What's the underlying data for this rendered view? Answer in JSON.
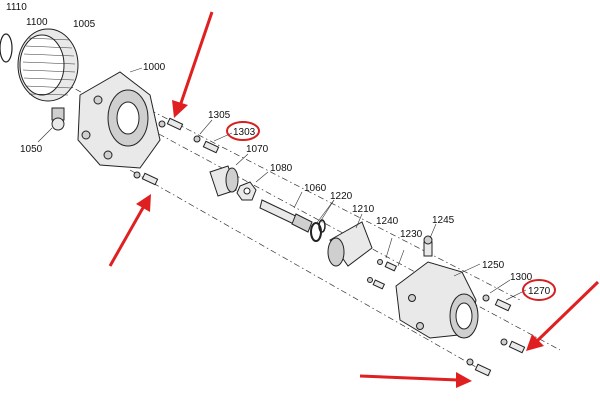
{
  "labels": {
    "p1110": "1110",
    "p1100": "1100",
    "p1005": "1005",
    "p1000": "1000",
    "p1050": "1050",
    "p1305": "1305",
    "p1303": "1303",
    "p1070": "1070",
    "p1080": "1080",
    "p1060": "1060",
    "p1220": "1220",
    "p1210": "1210",
    "p1240": "1240",
    "p1230": "1230",
    "p1245": "1245",
    "p1250": "1250",
    "p1300": "1300",
    "p1270": "1270"
  },
  "colors": {
    "arrow": "#e02020",
    "highlight_circle": "#d62020"
  }
}
